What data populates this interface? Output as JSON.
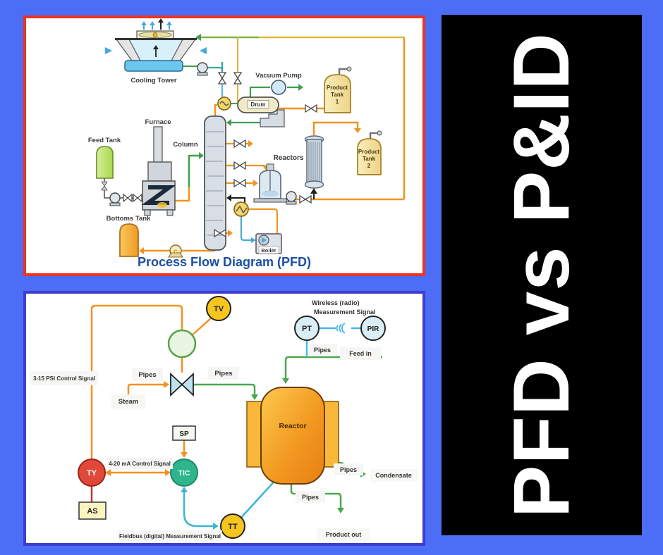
{
  "banner": {
    "title": "PFD vs P&ID"
  },
  "colors": {
    "background": "#4c6df5",
    "pfd_border": "#ee3322",
    "pid_border": "#403dcf",
    "banner_bg": "#000000",
    "banner_text": "#ffffff",
    "pfd_title": "#1c4fa1",
    "pipe_orange": "#f0941f",
    "pipe_green": "#3f9e4f",
    "pipe_yellow": "#e2b93b",
    "signal_blue": "#3ab5d8",
    "signal_red": "#c0392b"
  },
  "pfd": {
    "title": "Process Flow Diagram (PFD)",
    "labels": {
      "cooling_tower": "Cooling Tower",
      "furnace": "Furnace",
      "feed_tank": "Feed Tank",
      "column": "Column",
      "vacuum_pump": "Vacuum Pump",
      "drum": "Drum",
      "reactors": "Reactors",
      "bottoms_tank": "Bottoms Tank",
      "boiler": "Boiler",
      "pump_c": "C",
      "product_tank_1": [
        "Product",
        "Tank",
        "1"
      ],
      "product_tank_2": [
        "Product",
        "Tank",
        "2"
      ]
    }
  },
  "pid": {
    "instruments": {
      "tv": "TV",
      "pt": "PT",
      "pir": "PIR",
      "tic": "TIC",
      "ty": "TY",
      "tt": "TT",
      "sp": "SP",
      "as": "AS"
    },
    "labels": {
      "psi_signal": "3-15 PSI Control Signal",
      "steam": "Steam",
      "pipes_steam_in": "Pipes",
      "pipes_steam_out": "Pipes",
      "pipes_feed": "Pipes",
      "pipes_condensate": "Pipes",
      "pipes_product": "Pipes",
      "wireless_signal": [
        "Wireless (radio)",
        "Measurement  Signal"
      ],
      "feed_in": "Feed in",
      "reactor": "Reactor",
      "ma_signal": "4-20 mA Control Signal",
      "fieldbus_signal": "Fieldbus  (digital)  Measurement Signal",
      "condensate": "Condensate",
      "product_out": "Product  out"
    }
  }
}
